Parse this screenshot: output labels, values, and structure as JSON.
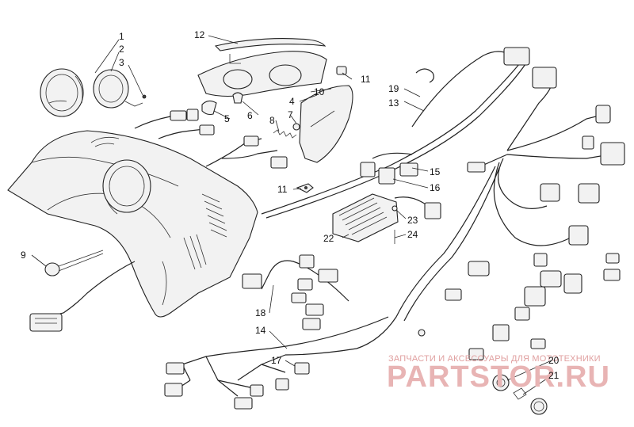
{
  "callouts": {
    "n1": "1",
    "n2": "2",
    "n3": "3",
    "n4": "4",
    "n5": "5",
    "n6": "6",
    "n7": "7",
    "n8": "8",
    "n9": "9",
    "n10": "10",
    "n11a": "11",
    "n11b": "11",
    "n12": "12",
    "n13": "13",
    "n14": "14",
    "n15": "15",
    "n16": "16",
    "n17": "17",
    "n18": "18",
    "n19": "19",
    "n20": "20",
    "n21": "21",
    "n22": "22",
    "n23": "23",
    "n24": "24"
  },
  "watermark": {
    "tagline": "ЗАПЧАСТИ И АКСЕССУАРЫ ДЛЯ МОТОТЕХНИКИ",
    "brand": "PARTSTOR.RU"
  }
}
